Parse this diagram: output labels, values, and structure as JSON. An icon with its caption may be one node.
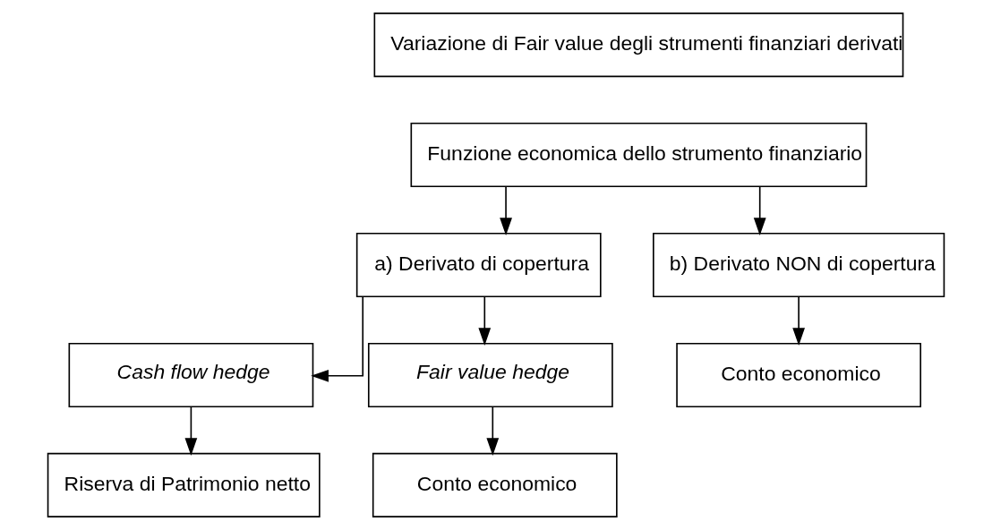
{
  "diagram": {
    "nodes": [
      {
        "text": [
          "Variazione di Fair value degli strumenti finanziari derivati"
        ]
      },
      {
        "text": [
          "Funzione economica dello strumento finanziario"
        ]
      },
      {
        "text": [
          "a) Derivato di copertura"
        ]
      },
      {
        "text": [
          "b) Derivato NON di copertura"
        ]
      },
      {
        "text": [
          "Cash flow hedge"
        ]
      },
      {
        "text": [
          "Fair value hedge"
        ]
      },
      {
        "text": [
          "Riserva di Patrimonio netto"
        ]
      },
      {
        "text": [
          "Conto economico"
        ]
      },
      {
        "text": [
          "Conto economico"
        ]
      }
    ],
    "edges": [
      {
        "from": 1,
        "to": 2,
        "arrow": "to"
      },
      {
        "from": 1,
        "to": 3,
        "arrow": "to"
      },
      {
        "from": 2,
        "to": 4,
        "arrow": "to"
      },
      {
        "from": 2,
        "to": 5,
        "arrow": "to"
      },
      {
        "from": 4,
        "to": 6,
        "arrow": "to"
      },
      {
        "from": 5,
        "to": 7,
        "arrow": "to"
      },
      {
        "from": 3,
        "to": 8,
        "arrow": "to"
      }
    ]
  }
}
